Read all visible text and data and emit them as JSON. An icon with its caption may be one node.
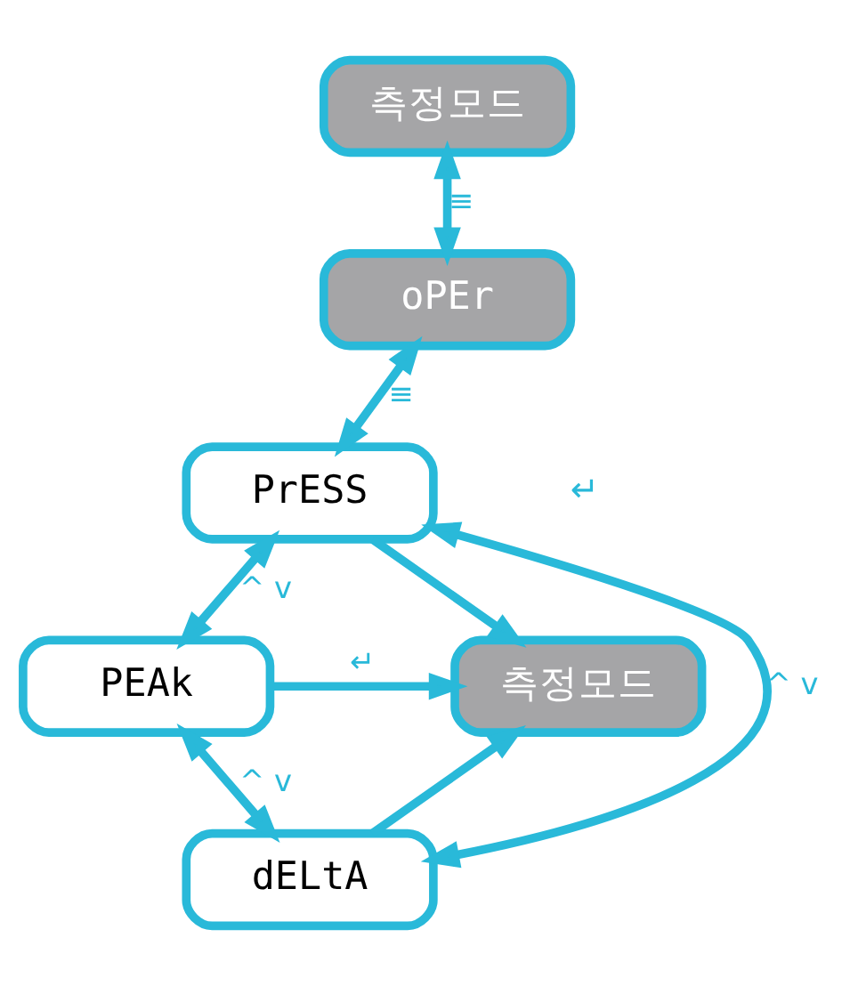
{
  "diagram": {
    "nodes": [
      {
        "text": [
          "측정모드"
        ]
      },
      {
        "text": [
          "oPEr"
        ]
      },
      {
        "text": [
          "PrESS"
        ]
      },
      {
        "text": [
          "PEAk"
        ]
      },
      {
        "text": [
          "dELtA"
        ]
      },
      {
        "text": [
          "측정모드"
        ]
      }
    ],
    "edges": [
      {
        "from": 0,
        "to": 1,
        "arrow": "both",
        "label": "≡"
      },
      {
        "from": 1,
        "to": 2,
        "arrow": "both",
        "label": "≡"
      },
      {
        "from": 2,
        "to": 3,
        "arrow": "both",
        "label": "^ v"
      },
      {
        "from": 3,
        "to": 4,
        "arrow": "both",
        "label": "^ v"
      },
      {
        "from": 2,
        "to": 4,
        "arrow": "both",
        "label": "^ v"
      },
      {
        "from": 2,
        "to": 5,
        "arrow": "to"
      },
      {
        "from": 3,
        "to": 5,
        "arrow": "to",
        "label": "↵"
      },
      {
        "from": 4,
        "to": 5,
        "arrow": "to"
      }
    ],
    "labels": [
      "↵"
    ]
  }
}
